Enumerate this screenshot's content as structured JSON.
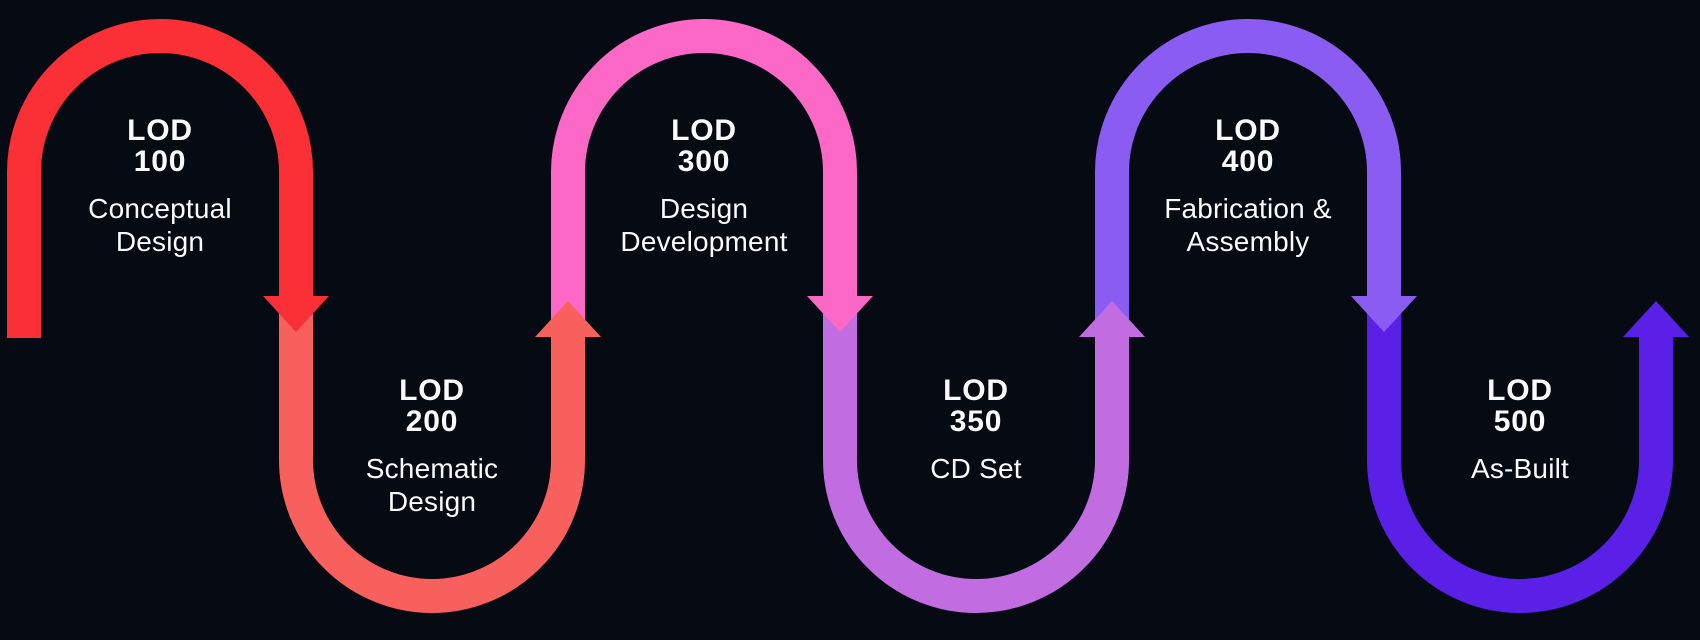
{
  "diagram": {
    "background_color": "#060a13",
    "text_color": "#fafafc",
    "stages": [
      {
        "code_label": "LOD",
        "code_number": "100",
        "name_lines": [
          "Conceptual",
          "Design"
        ],
        "color": "#fb2f36",
        "position": "top",
        "arrow": "down"
      },
      {
        "code_label": "LOD",
        "code_number": "200",
        "name_lines": [
          "Schematic",
          "Design"
        ],
        "color": "#f8605e",
        "position": "bottom",
        "arrow": "up"
      },
      {
        "code_label": "LOD",
        "code_number": "300",
        "name_lines": [
          "Design",
          "Development"
        ],
        "color": "#fb68c5",
        "position": "top",
        "arrow": "down"
      },
      {
        "code_label": "LOD",
        "code_number": "350",
        "name_lines": [
          "CD Set"
        ],
        "color": "#c16ce1",
        "position": "bottom",
        "arrow": "up"
      },
      {
        "code_label": "LOD",
        "code_number": "400",
        "name_lines": [
          "Fabrication &",
          "Assembly"
        ],
        "color": "#8b5cf1",
        "position": "top",
        "arrow": "down"
      },
      {
        "code_label": "LOD",
        "code_number": "500",
        "name_lines": [
          "As-Built"
        ],
        "color": "#5a20e8",
        "position": "bottom",
        "arrow": "up"
      }
    ]
  }
}
